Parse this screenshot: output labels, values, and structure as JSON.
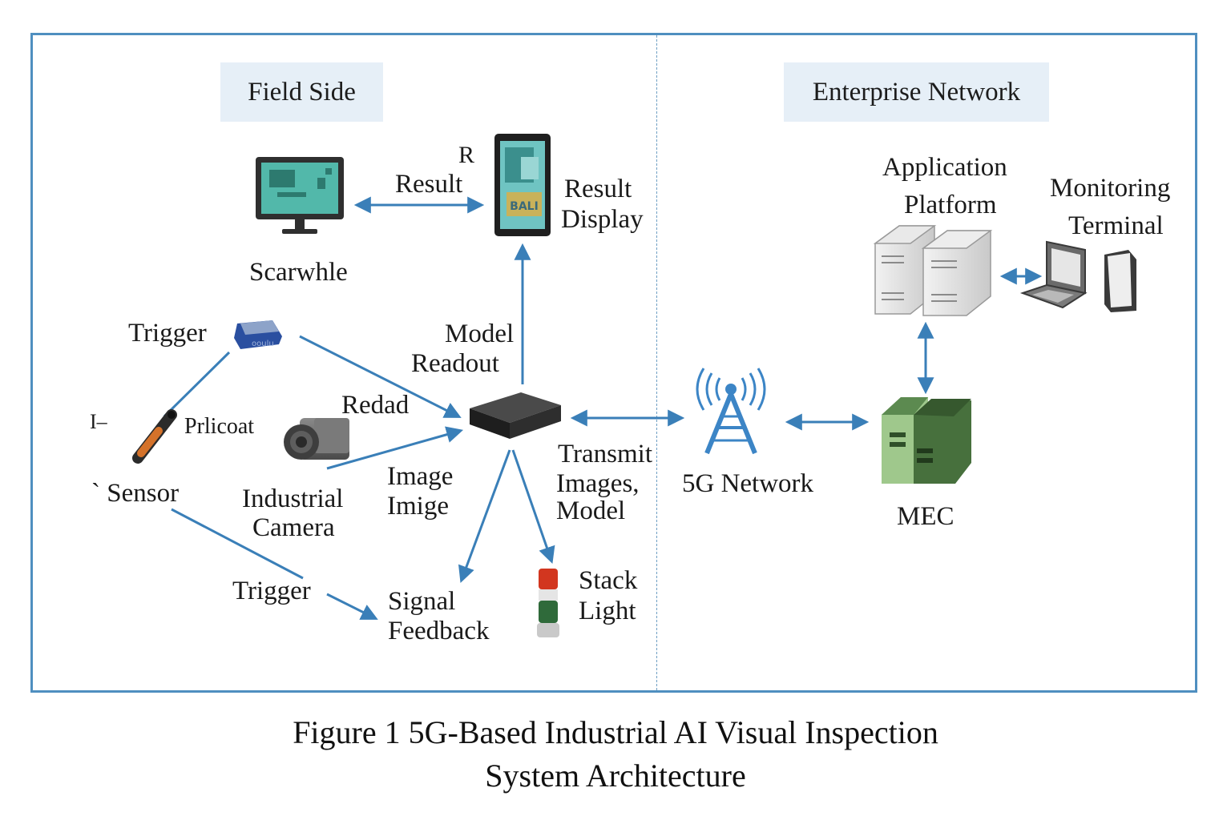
{
  "zones": {
    "field": "Field Side",
    "enterprise": "Enterprise Network"
  },
  "labels": {
    "r_mark": "R",
    "result": "Result",
    "result_display_1": "Result",
    "result_display_2": "Display",
    "scarwhle": "Scarwhle",
    "trigger_top": "Trigger",
    "model_readout_1": "Model",
    "model_readout_2": "Readout",
    "redad": "Redad",
    "sensor": "` Sensor",
    "broken_text": "I–",
    "prlicoat": "Prlicoat",
    "industrial_camera_1": "Industrial",
    "industrial_camera_2": "Camera",
    "image_1": "Image",
    "image_2": "Imige",
    "transmit_1": "Transmit",
    "transmit_2": "Images,",
    "transmit_3": "Model",
    "trigger_bottom": "Trigger",
    "signal_feedback_1": "Signal",
    "signal_feedback_2": "Feedback",
    "stack_light_1": "Stack",
    "stack_light_2": "Light",
    "network_5g": "5G Network",
    "mec": "MEC",
    "app_platform_1": "Application",
    "app_platform_2": "Platform",
    "monitoring_1": "Monitoring",
    "monitoring_2": "Terminal",
    "screen_text": "BALI",
    "trigger_device_text": "ooulu"
  },
  "caption": {
    "line1": "Figure 1  5G-Based Industrial AI Visual Inspection",
    "line2": "System Architecture"
  },
  "colors": {
    "frame": "#4f8fc0",
    "arrow": "#3a7fb8",
    "zone_bg": "#e6eff7",
    "mec_green": "#6a9a5c",
    "tower": "#3c85c6"
  }
}
